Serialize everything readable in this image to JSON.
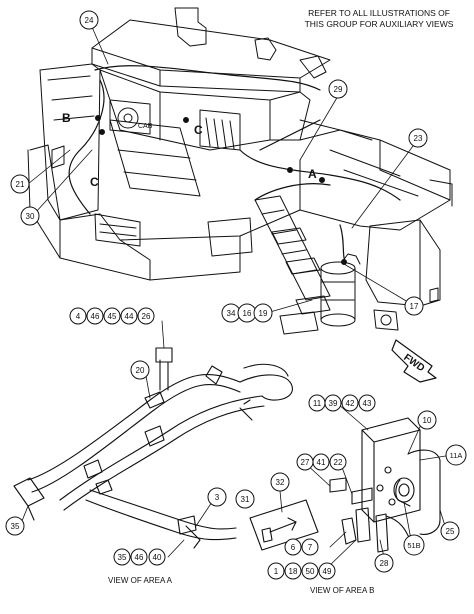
{
  "note": {
    "line1": "REFER TO ALL ILLUSTRATIONS OF",
    "line2": "THIS GROUP FOR AUXILIARY VIEWS"
  },
  "captions": {
    "view_a": "VIEW OF AREA A",
    "view_b": "VIEW OF AREA B"
  },
  "area_labels": {
    "b": "B",
    "c_left": "C",
    "c_right": "C",
    "a": "A",
    "cab": "CAB",
    "fwd": "FWD"
  },
  "callouts": {
    "c24": "24",
    "c29": "29",
    "c23": "23",
    "c21": "21",
    "c30": "30",
    "c17": "17",
    "c34": "34",
    "c16": "16",
    "c19": "19",
    "c4": "4",
    "c46a": "46",
    "c45": "45",
    "c44": "44",
    "c26": "26",
    "c20": "20",
    "c35a": "35",
    "c3": "3",
    "c35b": "35",
    "c46b": "46",
    "c40": "40",
    "c11": "11",
    "c39": "39",
    "c42": "42",
    "c43": "43",
    "c10": "10",
    "c11a": "11A",
    "c27": "27",
    "c41": "41",
    "c22": "22",
    "c31": "31",
    "c32": "32",
    "c25": "25",
    "c51b": "51B",
    "c28": "28",
    "c6": "6",
    "c7": "7",
    "c1": "1",
    "c18": "18",
    "c50": "50",
    "c49": "49"
  }
}
